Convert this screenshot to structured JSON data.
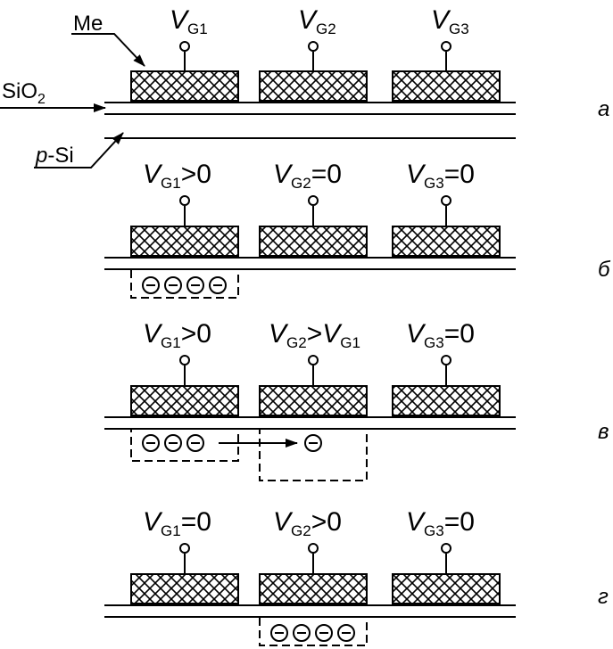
{
  "materials": {
    "metal": "Me",
    "oxide": "SiO",
    "oxide_sub": "2",
    "substrate_prefix": "p",
    "substrate": "-Si"
  },
  "gate_symbol": "V",
  "electron_symbol": "⊖",
  "colors": {
    "line": "#000000",
    "background": "#ffffff"
  },
  "panels": [
    {
      "tag": "а",
      "gates": [
        {
          "sub": "G1",
          "rel": ""
        },
        {
          "sub": "G2",
          "rel": ""
        },
        {
          "sub": "G3",
          "rel": ""
        }
      ]
    },
    {
      "tag": "б",
      "gates": [
        {
          "sub": "G1",
          "rel": ">0"
        },
        {
          "sub": "G2",
          "rel": "=0"
        },
        {
          "sub": "G3",
          "rel": "=0"
        }
      ],
      "well_electrons": [
        4,
        0,
        0
      ]
    },
    {
      "tag": "в",
      "gates": [
        {
          "sub": "G1",
          "rel": ">0"
        },
        {
          "sub": "G2",
          "rel": ">",
          "rel_v": "V",
          "rel_sub": "G1"
        },
        {
          "sub": "G3",
          "rel": "=0"
        }
      ],
      "well_electrons": [
        3,
        1,
        0
      ]
    },
    {
      "tag": "г",
      "gates": [
        {
          "sub": "G1",
          "rel": "=0"
        },
        {
          "sub": "G2",
          "rel": ">0"
        },
        {
          "sub": "G3",
          "rel": "=0"
        }
      ],
      "well_electrons": [
        0,
        4,
        0
      ]
    }
  ]
}
